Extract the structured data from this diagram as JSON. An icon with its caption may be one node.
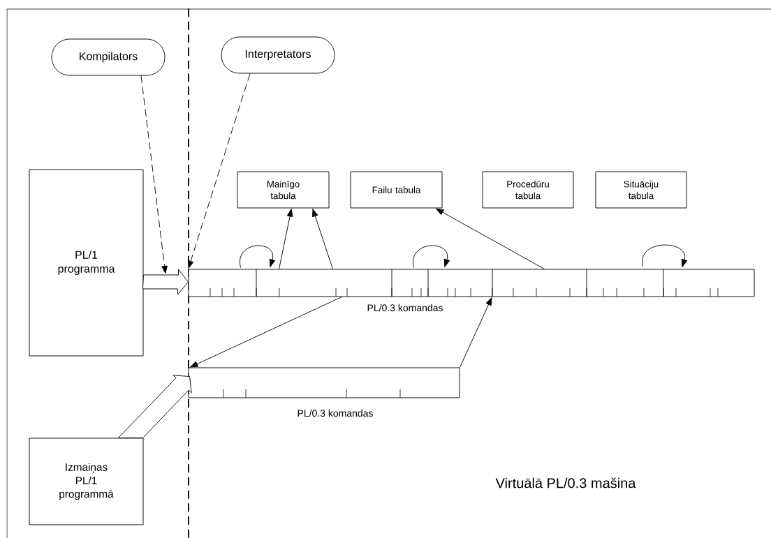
{
  "diagram": {
    "nodes": [
      {
        "text": [
          "Kompilators"
        ]
      },
      {
        "text": [
          "Interpretators"
        ]
      },
      {
        "text": [
          "PL/1 programma"
        ]
      },
      {
        "text": [
          "Mainīgo tabula"
        ]
      },
      {
        "text": [
          "Failu tabula"
        ]
      },
      {
        "text": [
          "Procedūru tabula"
        ]
      },
      {
        "text": [
          "Situāciju tabula"
        ]
      },
      {
        "text": [],
        "shape": "bar",
        "beside": [
          "PL/0.3 komandas"
        ]
      },
      {
        "text": [],
        "shape": "bar",
        "beside": [
          "PL/0.3 komandas"
        ]
      },
      {
        "text": [
          "Izmaiņas PL/1 programmā"
        ]
      }
    ],
    "edges": [
      {
        "from": 0,
        "to": null,
        "arrow": "to",
        "style": "dashed"
      },
      {
        "from": 1,
        "to": 7,
        "arrow": "to",
        "style": "dashed"
      },
      {
        "from": 2,
        "to": 7,
        "arrow": "to",
        "style": "thick"
      },
      {
        "from": 9,
        "to": 8,
        "arrow": "to",
        "style": "thick"
      },
      {
        "from": 7,
        "to": 3,
        "arrow": "to"
      },
      {
        "from": 7,
        "to": 3,
        "arrow": "to"
      },
      {
        "from": 7,
        "to": 4,
        "arrow": "to"
      },
      {
        "from": 7,
        "to": 8,
        "arrow": "to"
      },
      {
        "from": 8,
        "to": 7,
        "arrow": "to"
      },
      {
        "from": 7,
        "to": 7,
        "arrow": "to"
      },
      {
        "from": 7,
        "to": 7,
        "arrow": "to"
      },
      {
        "from": 7,
        "to": 7,
        "arrow": "to"
      }
    ],
    "labels": [
      "Virtuālā PL/0.3 mašina"
    ]
  }
}
